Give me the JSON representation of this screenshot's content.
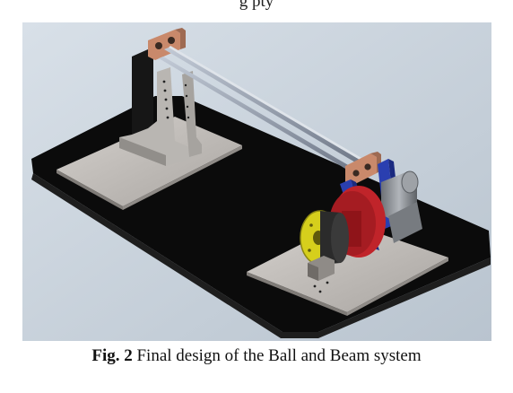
{
  "header_fragment": "g                   pty",
  "figure": {
    "description_icon": "ball-and-beam-cad-model",
    "colors": {
      "background": "#c8d2dc",
      "base_plate": "#0b0b0b",
      "mounting_plate": "#c4c0bc",
      "beam_rod": "#8d98a8",
      "bracket_copper": "#c9896b",
      "arm_blue": "#2a3fb0",
      "motor_red": "#c0242a",
      "gear_yellow": "#d6cf1c",
      "motor_gray": "#8b8f94"
    }
  },
  "caption": {
    "label": "Fig. 2",
    "text": " Final design of the Ball and Beam system"
  }
}
